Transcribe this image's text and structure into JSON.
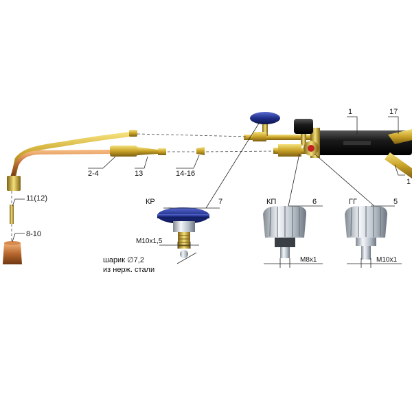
{
  "labels": {
    "n1": "1",
    "n17": "17",
    "n1b": "1",
    "n2_4": "2-4",
    "n13": "13",
    "n14_16": "14-16",
    "n11_12": "11(12)",
    "n8_10": "8-10",
    "kr": "КР",
    "n7": "7",
    "kp": "КП",
    "n6": "6",
    "gg": "ГГ",
    "n5": "5",
    "thread_m10x15": "M10x1,5",
    "ball_line1": "шарик ∅7,2",
    "ball_line2": "из нерж. стали",
    "thread_m8x1": "M8x1",
    "thread_m10x1": "M10x1"
  },
  "colors": {
    "brass": "#c9a227",
    "copper": "#b8672e",
    "blue_knob": "#1f2f8a",
    "silver": "#c4ccd4",
    "black_body": "#1a1a1a",
    "red_dot": "#c22222"
  }
}
